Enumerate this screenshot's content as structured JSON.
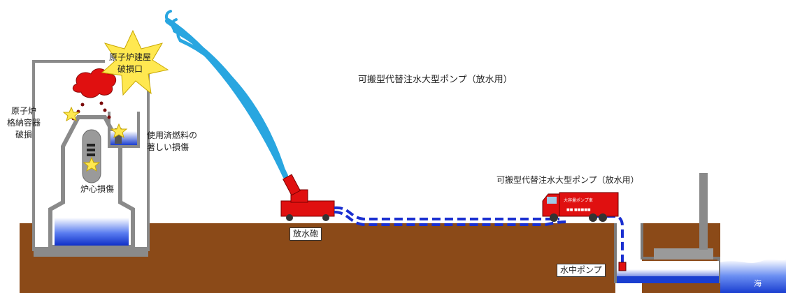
{
  "labels": {
    "reactor_building_breach": [
      "原子炉建屋",
      "破損口"
    ],
    "containment_damage": [
      "原子炉",
      "格納容器",
      "破損"
    ],
    "spent_fuel_damage": [
      "使用済燃料の",
      "著しい損傷"
    ],
    "core_damage": "炉心損傷",
    "pump_title": "可搬型代替注水大型ポンプ（放水用）",
    "pump_label": "可搬型代替注水大型ポンプ（放水用）",
    "water_cannon": "放水砲",
    "submersible_pump": "水中ポンプ",
    "sea": "海",
    "truck_text_1": "大容量ポンプ車",
    "truck_text_2": "■■ ■■■■■"
  },
  "colors": {
    "ground": "#8b4a18",
    "water_stream": "#29a6e0",
    "hose": "#1a2fd0",
    "pool_water": "#1e3ecf",
    "red_equipment": "#e01010",
    "explosion_star": "#ffe850",
    "sea": "#1a40c8"
  }
}
